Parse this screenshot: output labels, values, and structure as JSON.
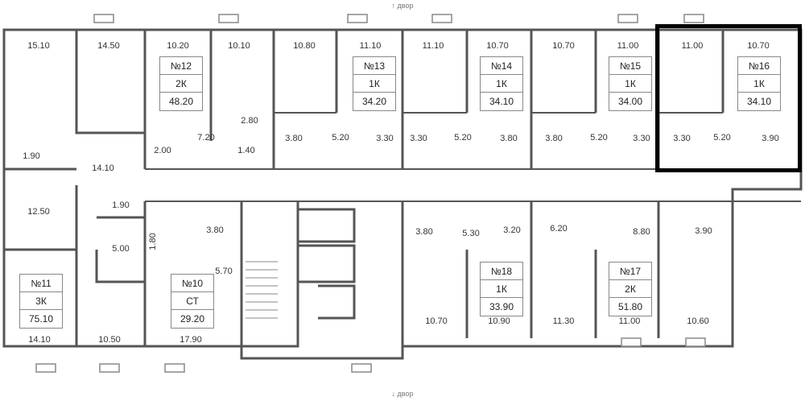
{
  "directions": {
    "top": "↑ двор",
    "bottom": "↓ двор"
  },
  "highlight_unit": "№16",
  "units": [
    {
      "number": "№12",
      "type": "2К",
      "area": "48.20"
    },
    {
      "number": "№13",
      "type": "1К",
      "area": "34.20"
    },
    {
      "number": "№14",
      "type": "1К",
      "area": "34.10"
    },
    {
      "number": "№15",
      "type": "1К",
      "area": "34.00"
    },
    {
      "number": "№16",
      "type": "1К",
      "area": "34.10"
    },
    {
      "number": "№11",
      "type": "3К",
      "area": "75.10"
    },
    {
      "number": "№10",
      "type": "СТ",
      "area": "29.20"
    },
    {
      "number": "№18",
      "type": "1К",
      "area": "33.90"
    },
    {
      "number": "№17",
      "type": "2К",
      "area": "51.80"
    }
  ],
  "room_areas": [
    "15.10",
    "14.50",
    "10.20",
    "10.10",
    "10.80",
    "11.10",
    "11.10",
    "10.70",
    "10.70",
    "11.00",
    "11.00",
    "10.70",
    "2.80",
    "7.20",
    "2.00",
    "1.40",
    "3.80",
    "5.20",
    "3.30",
    "3.30",
    "5.20",
    "3.80",
    "3.80",
    "5.20",
    "3.30",
    "3.30",
    "5.20",
    "3.90",
    "1.90",
    "14.10",
    "12.50",
    "1.90",
    "5.00",
    "1.80",
    "3.80",
    "5.70",
    "3.80",
    "5.30",
    "3.20",
    "6.20",
    "8.80",
    "3.90",
    "14.10",
    "10.50",
    "17.90",
    "10.70",
    "10.90",
    "11.30",
    "11.00",
    "10.60"
  ]
}
